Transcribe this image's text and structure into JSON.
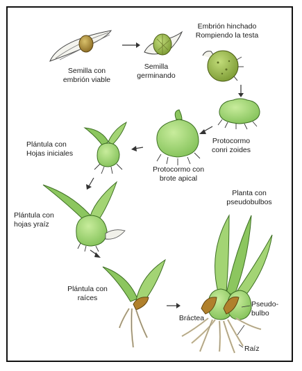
{
  "labels": {
    "semilla_embrion": [
      "Semilla con",
      "embrión viable"
    ],
    "semilla_germinando": [
      "Semilla",
      "germinando"
    ],
    "embrion_hinchado": [
      "Embrión hinchado",
      "Rompiendo la testa"
    ],
    "protocormo_rizoides": [
      "Protocormo",
      "conri zoides"
    ],
    "protocormo_brote": [
      "Protocormo con",
      "brote apical"
    ],
    "plantula_hojas_iniciales": [
      "Plántula con",
      "Hojas iniciales"
    ],
    "plantula_hojas_raiz": [
      "Plántula con",
      "hojas yraíz"
    ],
    "plantula_raices": [
      "Plántula con",
      "raíces"
    ],
    "planta_pseudobulbos": [
      "Planta con",
      "pseudobulbos"
    ],
    "bractea": "Bráctea",
    "pseudobulbo": [
      "Pseudo-",
      "bulbo"
    ],
    "raiz": "Raíz"
  },
  "colors": {
    "plant_green": "#a9d67a",
    "leaf_green": "#8cc65f",
    "dark_green": "#4f8a2e",
    "seed_brown": "#a7883a",
    "bract_brown": "#b0802c",
    "line": "#333333"
  }
}
